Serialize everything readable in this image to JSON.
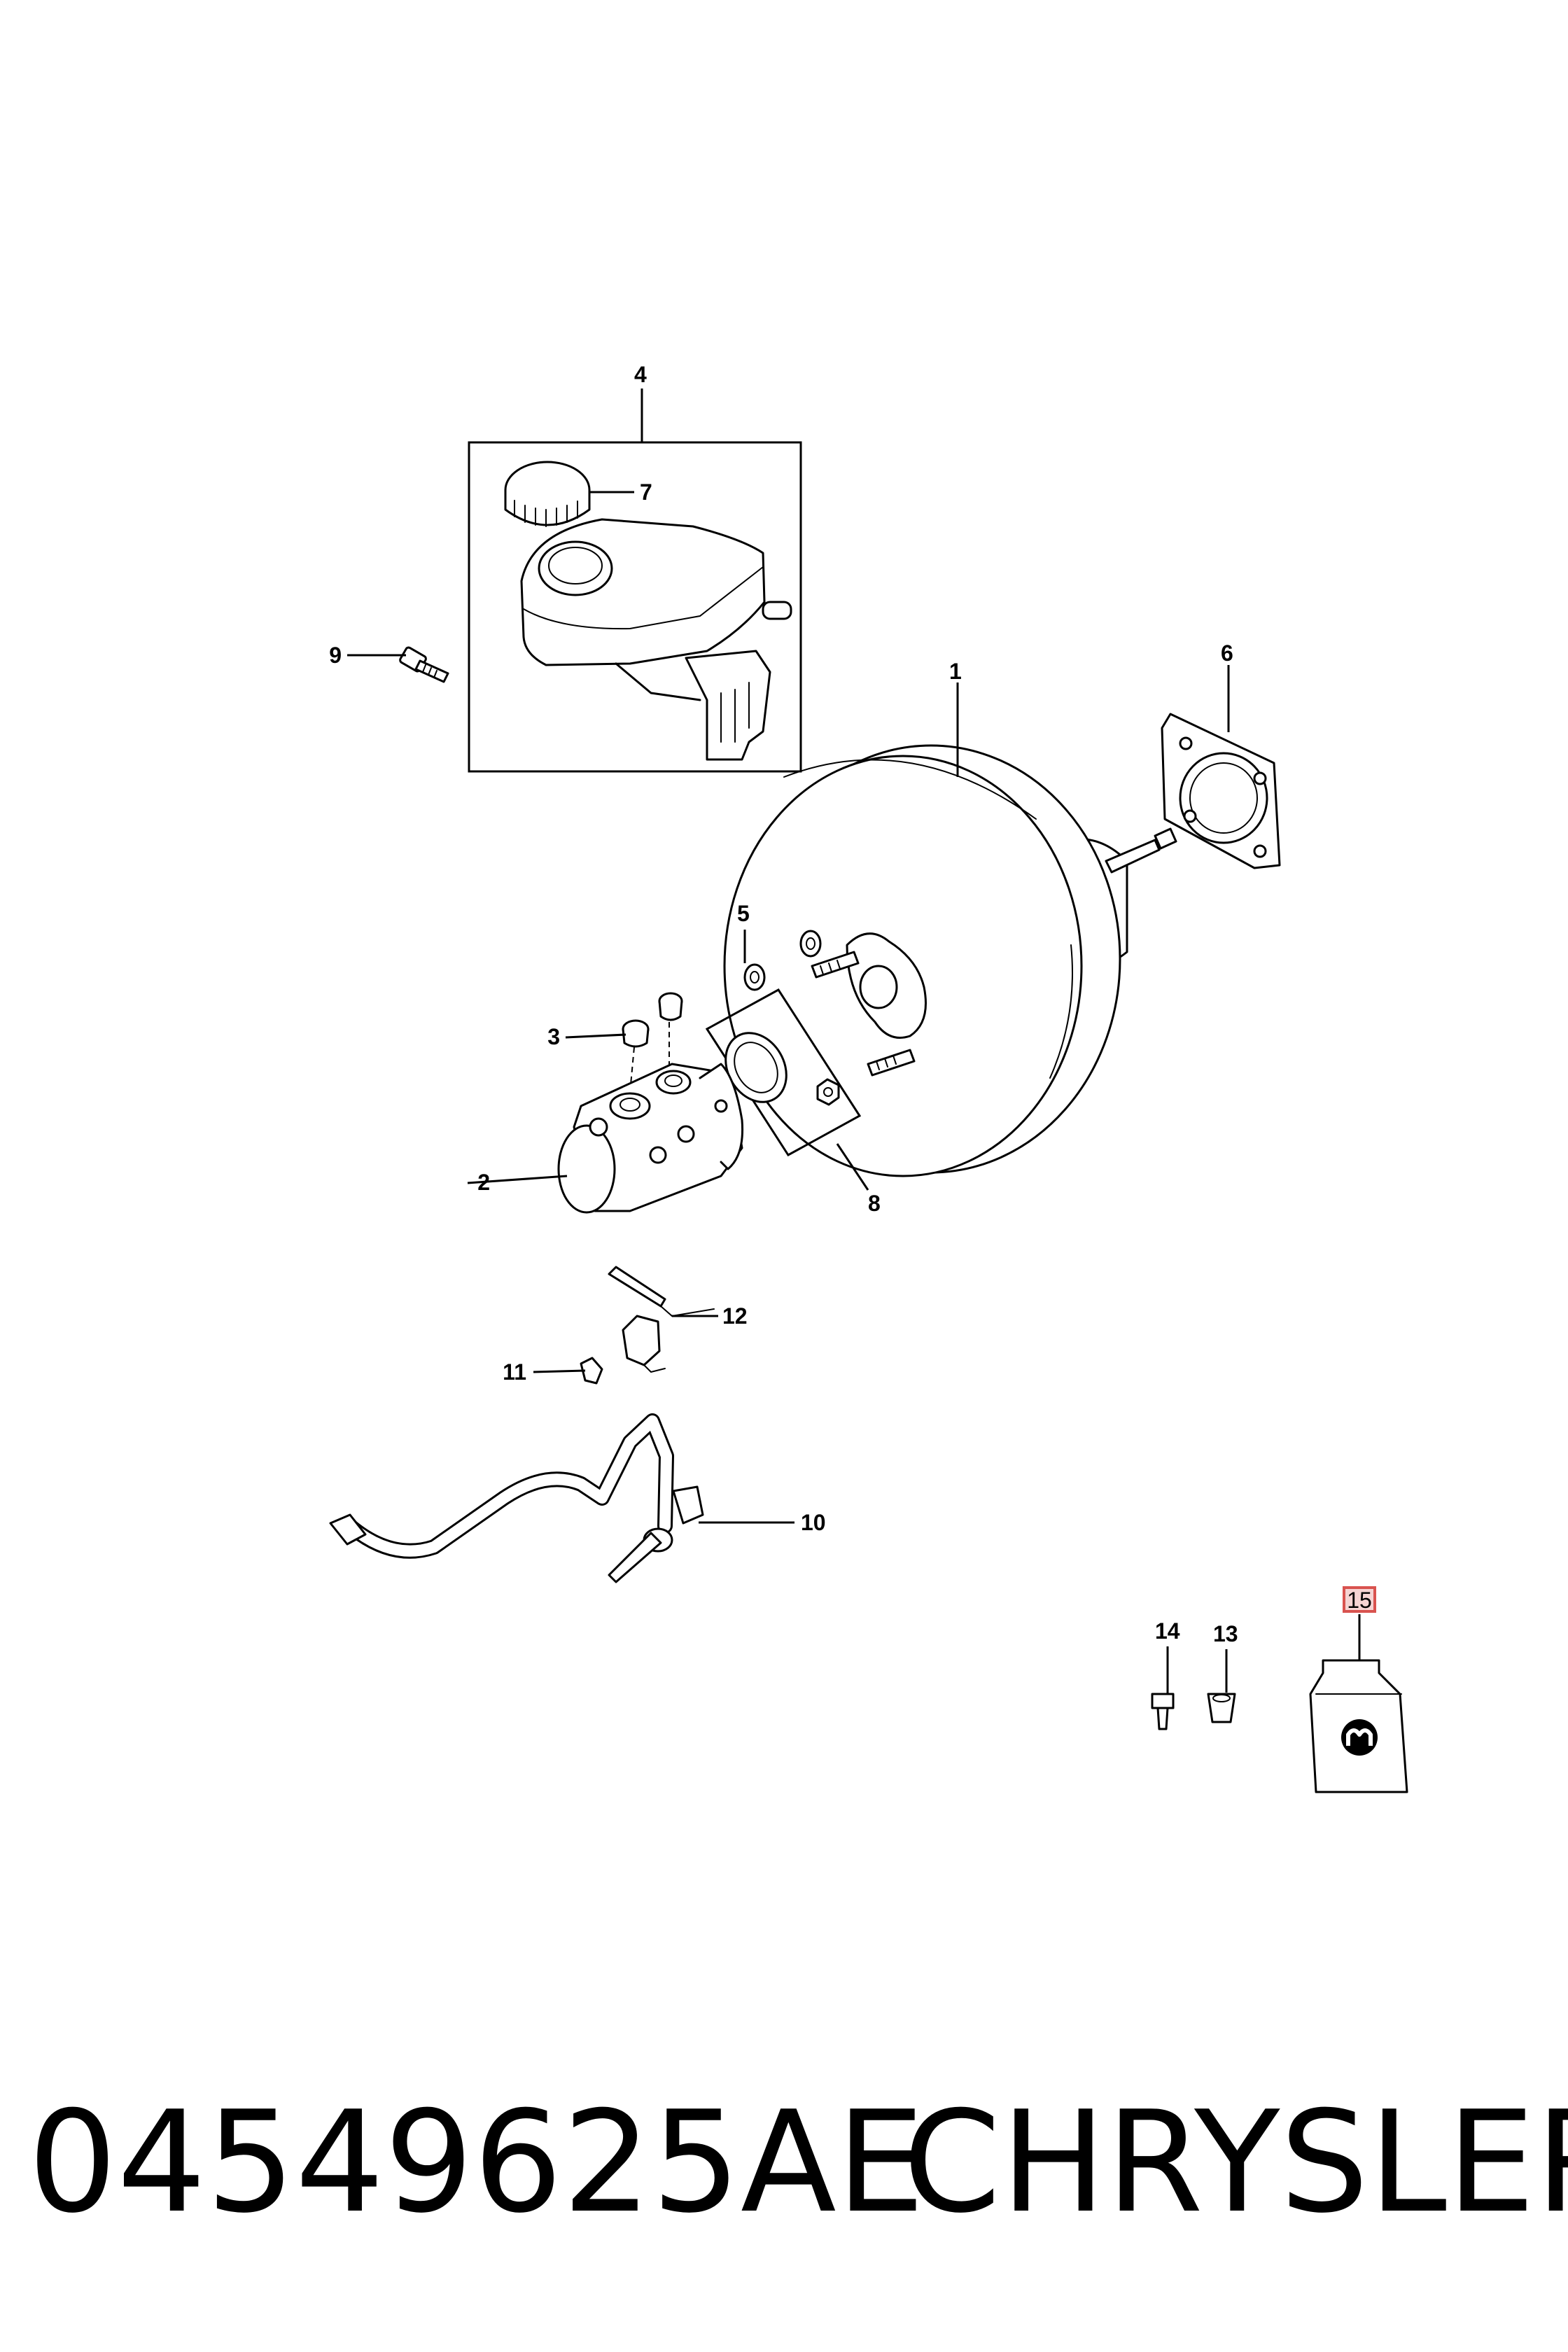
{
  "diagram": {
    "callouts": {
      "c1": "1",
      "c2": "2",
      "c3": "3",
      "c4": "4",
      "c5": "5",
      "c6": "6",
      "c7": "7",
      "c8": "8",
      "c9": "9",
      "c10": "10",
      "c11": "11",
      "c12": "12",
      "c13": "13",
      "c14": "14",
      "c15": "15"
    },
    "highlight_color": "#d9534f",
    "logo": "mopar-logo"
  },
  "caption": {
    "part_number": "04549625AE",
    "brand": "CHRYSLER"
  }
}
